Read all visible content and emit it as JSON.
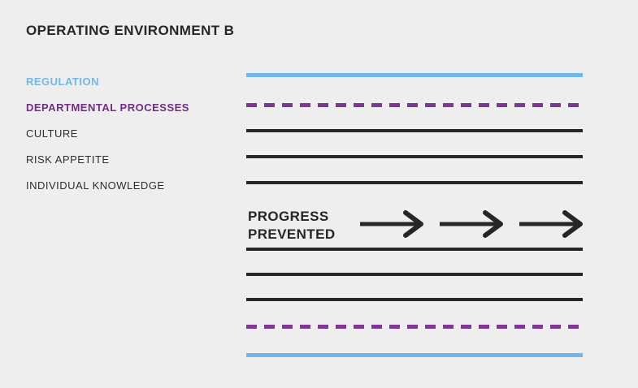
{
  "title": "OPERATING ENVIRONMENT B",
  "colors": {
    "bg": "#eeeeee",
    "dark": "#262626",
    "blue": "#71b8e9",
    "purple": "#7b3990",
    "text": "#2e2e2e"
  },
  "legend": {
    "items": [
      {
        "label": "REGULATION",
        "color": "#71b8e9",
        "bold": true
      },
      {
        "label": "DEPARTMENTAL PROCESSES",
        "color": "#722d85",
        "bold": true
      },
      {
        "label": "CULTURE",
        "color": "#2e2e2e",
        "bold": false
      },
      {
        "label": "RISK APPETITE",
        "color": "#2e2e2e",
        "bold": false
      },
      {
        "label": "INDIVIDUAL KNOWLEDGE",
        "color": "#2e2e2e",
        "bold": false
      }
    ]
  },
  "diagram": {
    "center_label": {
      "line1": "PROGRESS",
      "line2": "PREVENTED"
    },
    "arrows": {
      "count": 3,
      "direction": "right"
    },
    "lines": [
      {
        "layer": "regulation",
        "style": "solid",
        "color": "blue",
        "position": "top"
      },
      {
        "layer": "departmental-processes",
        "style": "dashed",
        "color": "purple",
        "position": "top"
      },
      {
        "layer": "culture",
        "style": "solid",
        "color": "dark",
        "position": "top"
      },
      {
        "layer": "risk-appetite",
        "style": "solid",
        "color": "dark",
        "position": "top"
      },
      {
        "layer": "individual-knowledge",
        "style": "solid",
        "color": "dark",
        "position": "top"
      },
      {
        "layer": "individual-knowledge",
        "style": "solid",
        "color": "dark",
        "position": "bottom"
      },
      {
        "layer": "risk-appetite",
        "style": "solid",
        "color": "dark",
        "position": "bottom"
      },
      {
        "layer": "culture",
        "style": "solid",
        "color": "dark",
        "position": "bottom"
      },
      {
        "layer": "departmental-processes",
        "style": "dashed",
        "color": "purple",
        "position": "bottom"
      },
      {
        "layer": "regulation",
        "style": "solid",
        "color": "blue",
        "position": "bottom"
      }
    ]
  }
}
